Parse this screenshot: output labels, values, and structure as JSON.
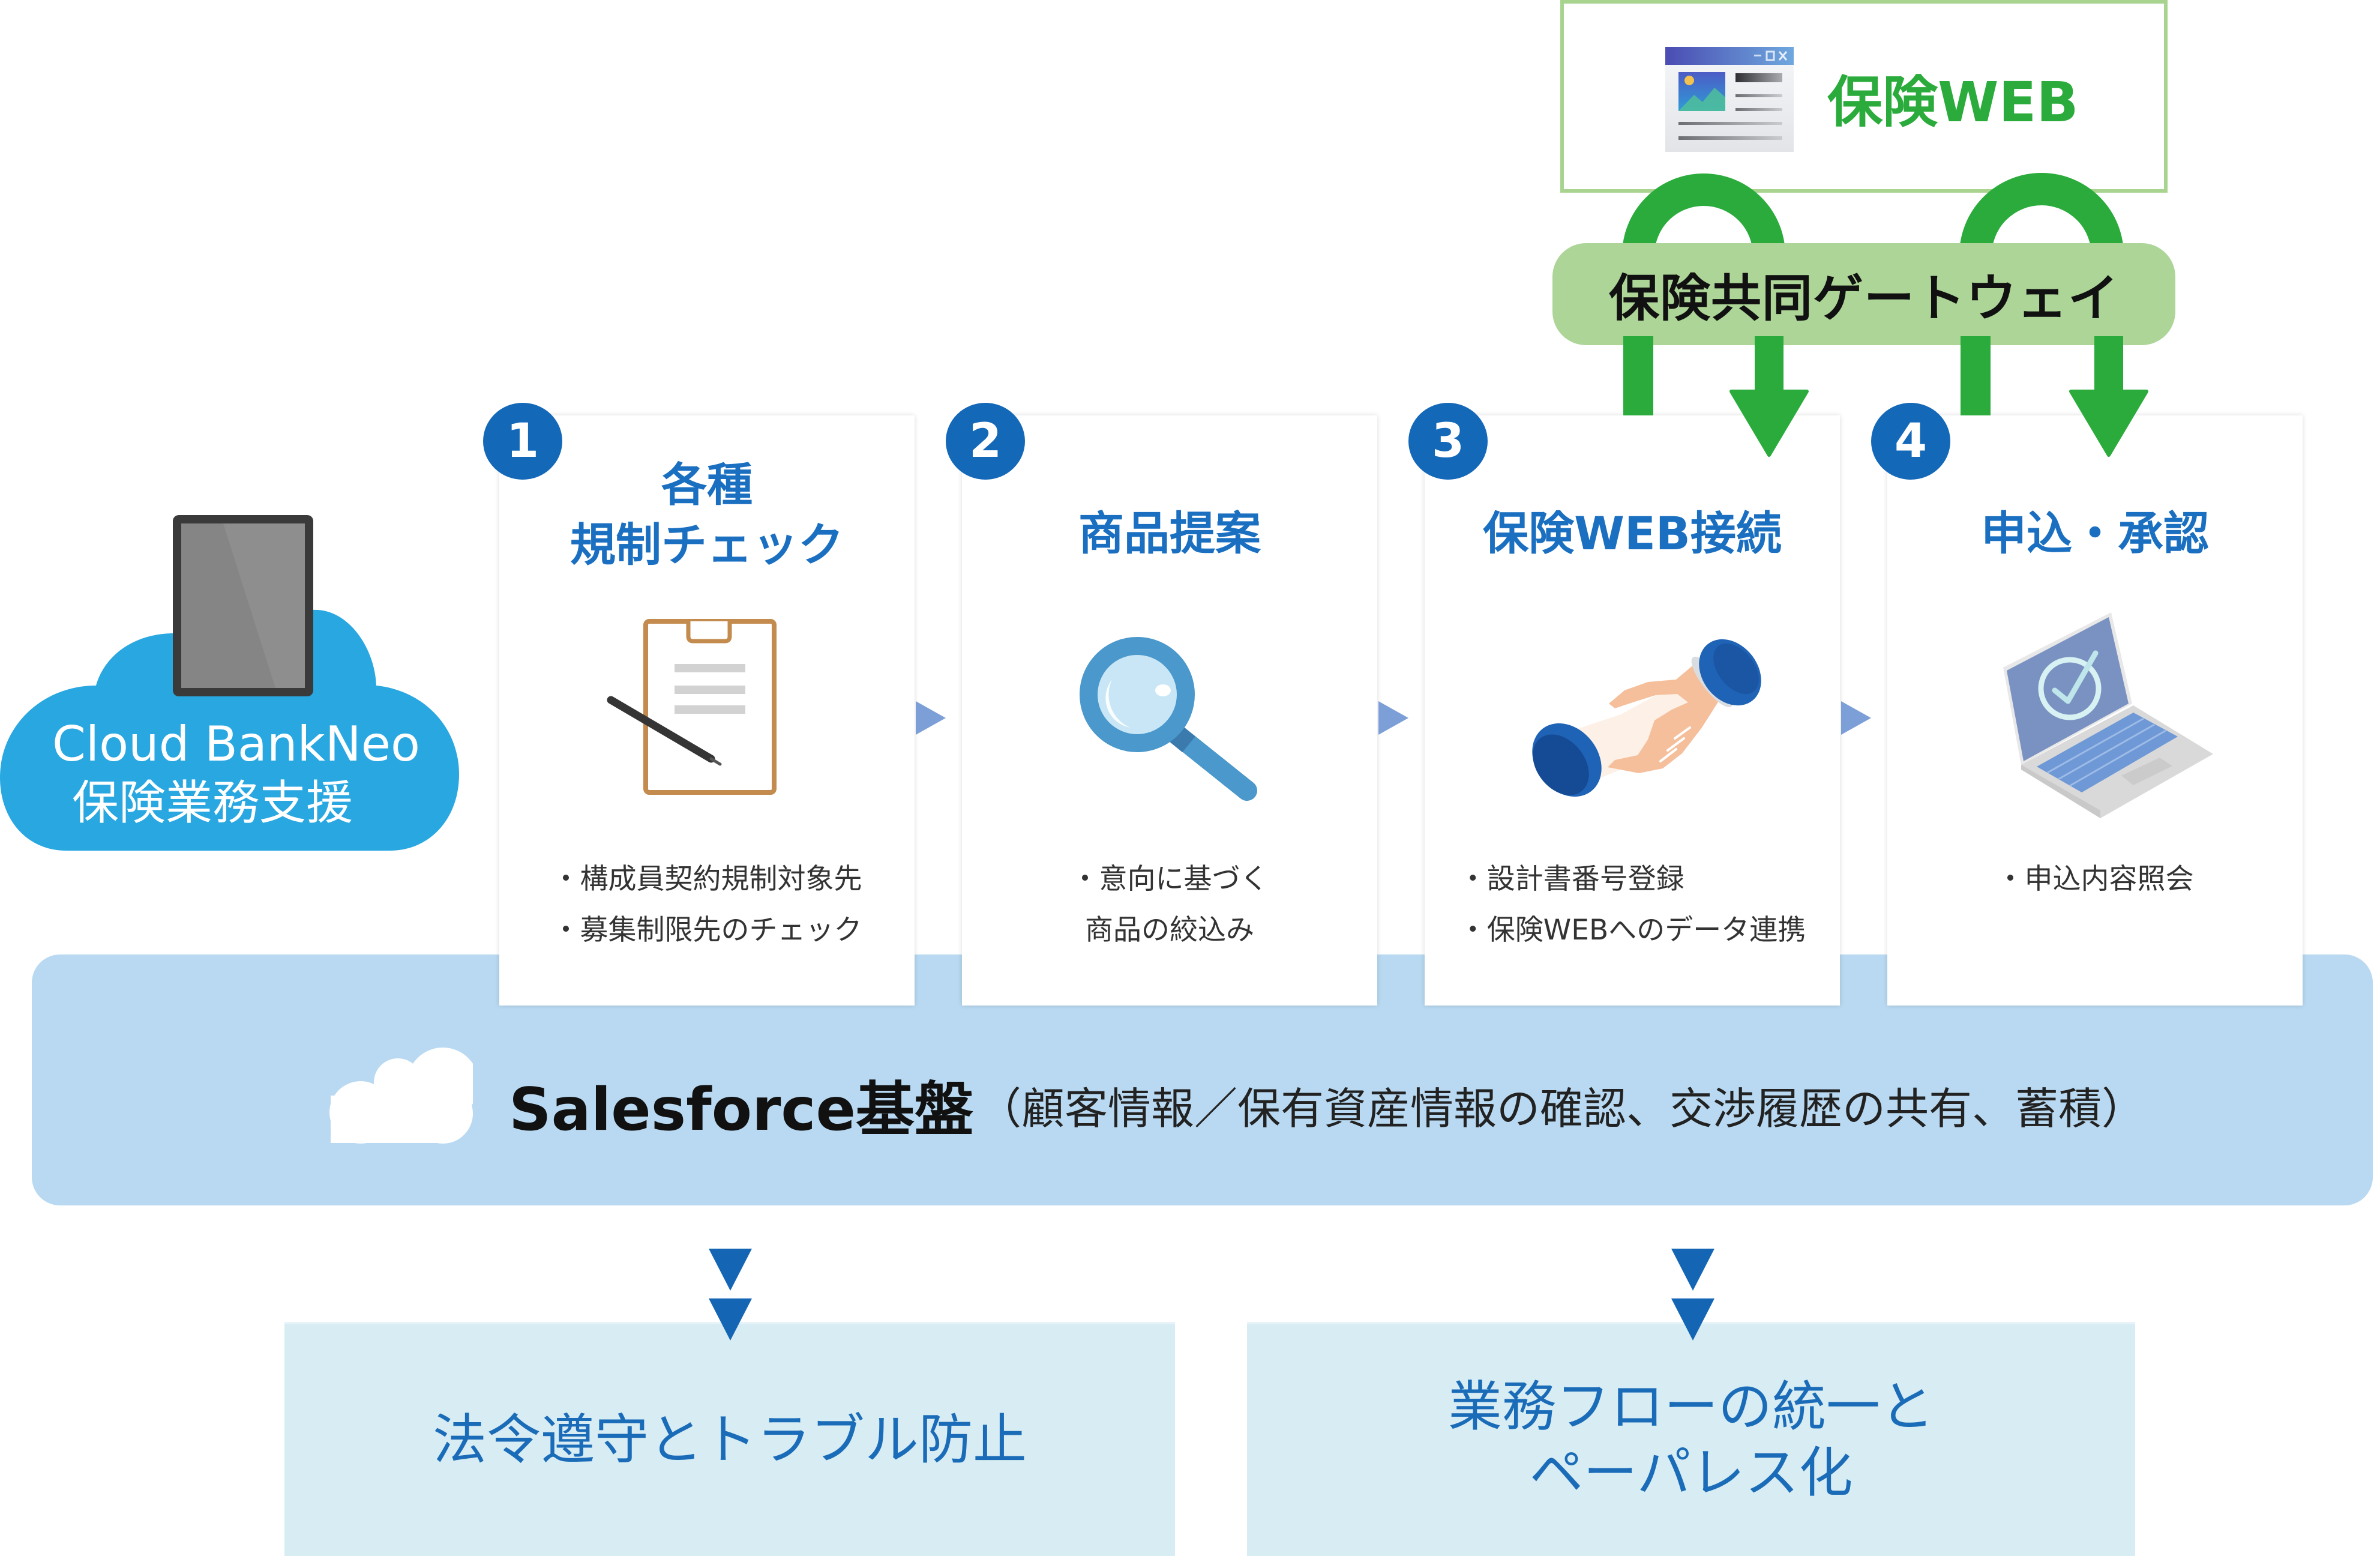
{
  "insurance_web": {
    "label": "保険WEB",
    "icon": "browser-window-icon"
  },
  "gateway": {
    "label": "保険共同ゲートウェイ"
  },
  "client": {
    "name": "Cloud BankNeo",
    "subtitle": "保険業務支援",
    "icons": [
      "cloud-icon",
      "tablet-icon"
    ]
  },
  "steps": [
    {
      "number": "1",
      "title_lines": [
        "各種",
        "規制チェック"
      ],
      "icon": "clipboard-pen-icon",
      "bullet_lines": [
        "・構成員契約規制対象先",
        "・募集制限先のチェック"
      ]
    },
    {
      "number": "2",
      "title_lines": [
        "商品提案"
      ],
      "icon": "magnifier-icon",
      "bullet_lines": [
        "・意向に基づく",
        "商品の絞込み"
      ]
    },
    {
      "number": "3",
      "title_lines": [
        "保険WEB接続"
      ],
      "icon": "handshake-icon",
      "bullet_lines": [
        "・設計書番号登録",
        "・保険WEBへのデータ連携"
      ]
    },
    {
      "number": "4",
      "title_lines": [
        "申込・承認"
      ],
      "icon": "laptop-check-icon",
      "bullet_lines": [
        "・申込内容照会"
      ]
    }
  ],
  "platform": {
    "name": "Salesforce基盤",
    "detail": "（顧客情報／保有資産情報の確認、交渉履歴の共有、蓄積）",
    "icon": "cloud-icon"
  },
  "outcomes": [
    {
      "lines": [
        "法令遵守とトラブル防止"
      ]
    },
    {
      "lines": [
        "業務フローの統一と",
        "ペーパレス化"
      ]
    }
  ],
  "colors": {
    "step_title": "#1a6fc0",
    "step_number": "#1468b8",
    "connector_green": "#2aab3b",
    "gateway_fill": "#acd597",
    "web_border": "#a8d48f",
    "platform_fill": "#b8d9f1",
    "outcome_fill": "#d8ecf3",
    "outcome_text": "#1a6cb8",
    "client_cloud": "#29a7e1",
    "flow_arrow": "#7d9fd8",
    "down_arrow": "#1466b5"
  }
}
